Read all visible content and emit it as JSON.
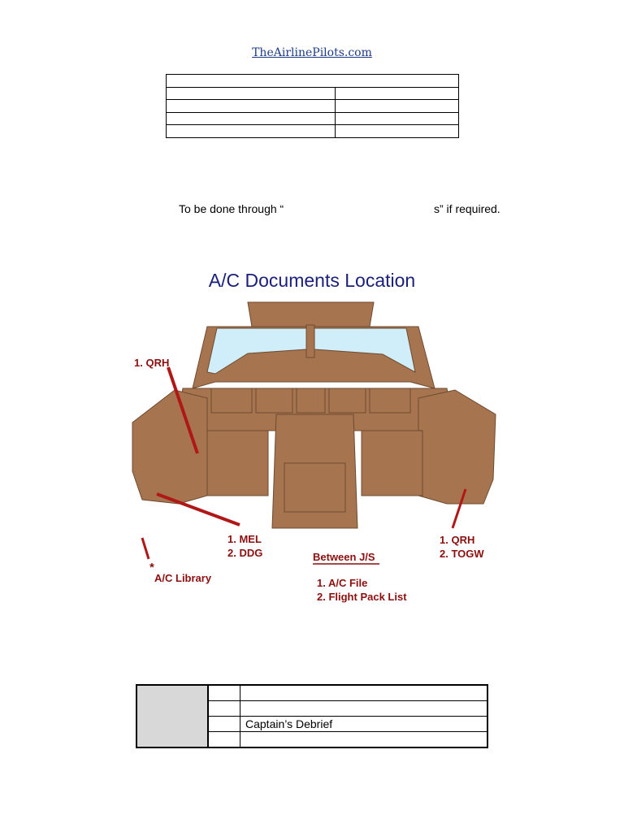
{
  "header": {
    "site_link": "TheAirlinePilots.com"
  },
  "note": {
    "before": "To be done through “",
    "after": "s” if required."
  },
  "diagram": {
    "title": "A/C Documents Location",
    "labels": {
      "left_top": "1. QRH",
      "left_mid_1": "1. MEL",
      "left_mid_2": "2. DDG",
      "library_star": "*",
      "library": "A/C Library",
      "between_title": "Between J/S",
      "between_1": "1. A/C File",
      "between_2": "2. Flight Pack List",
      "right_1": "1. QRH",
      "right_2": "2. TOGW"
    },
    "colors": {
      "cockpit": "#a67550",
      "windshield": "#cfeefa",
      "label": "#8b0f0f",
      "title": "#1a1f7a"
    }
  },
  "bottom_table": {
    "row3_text": "Captain’s Debrief"
  }
}
